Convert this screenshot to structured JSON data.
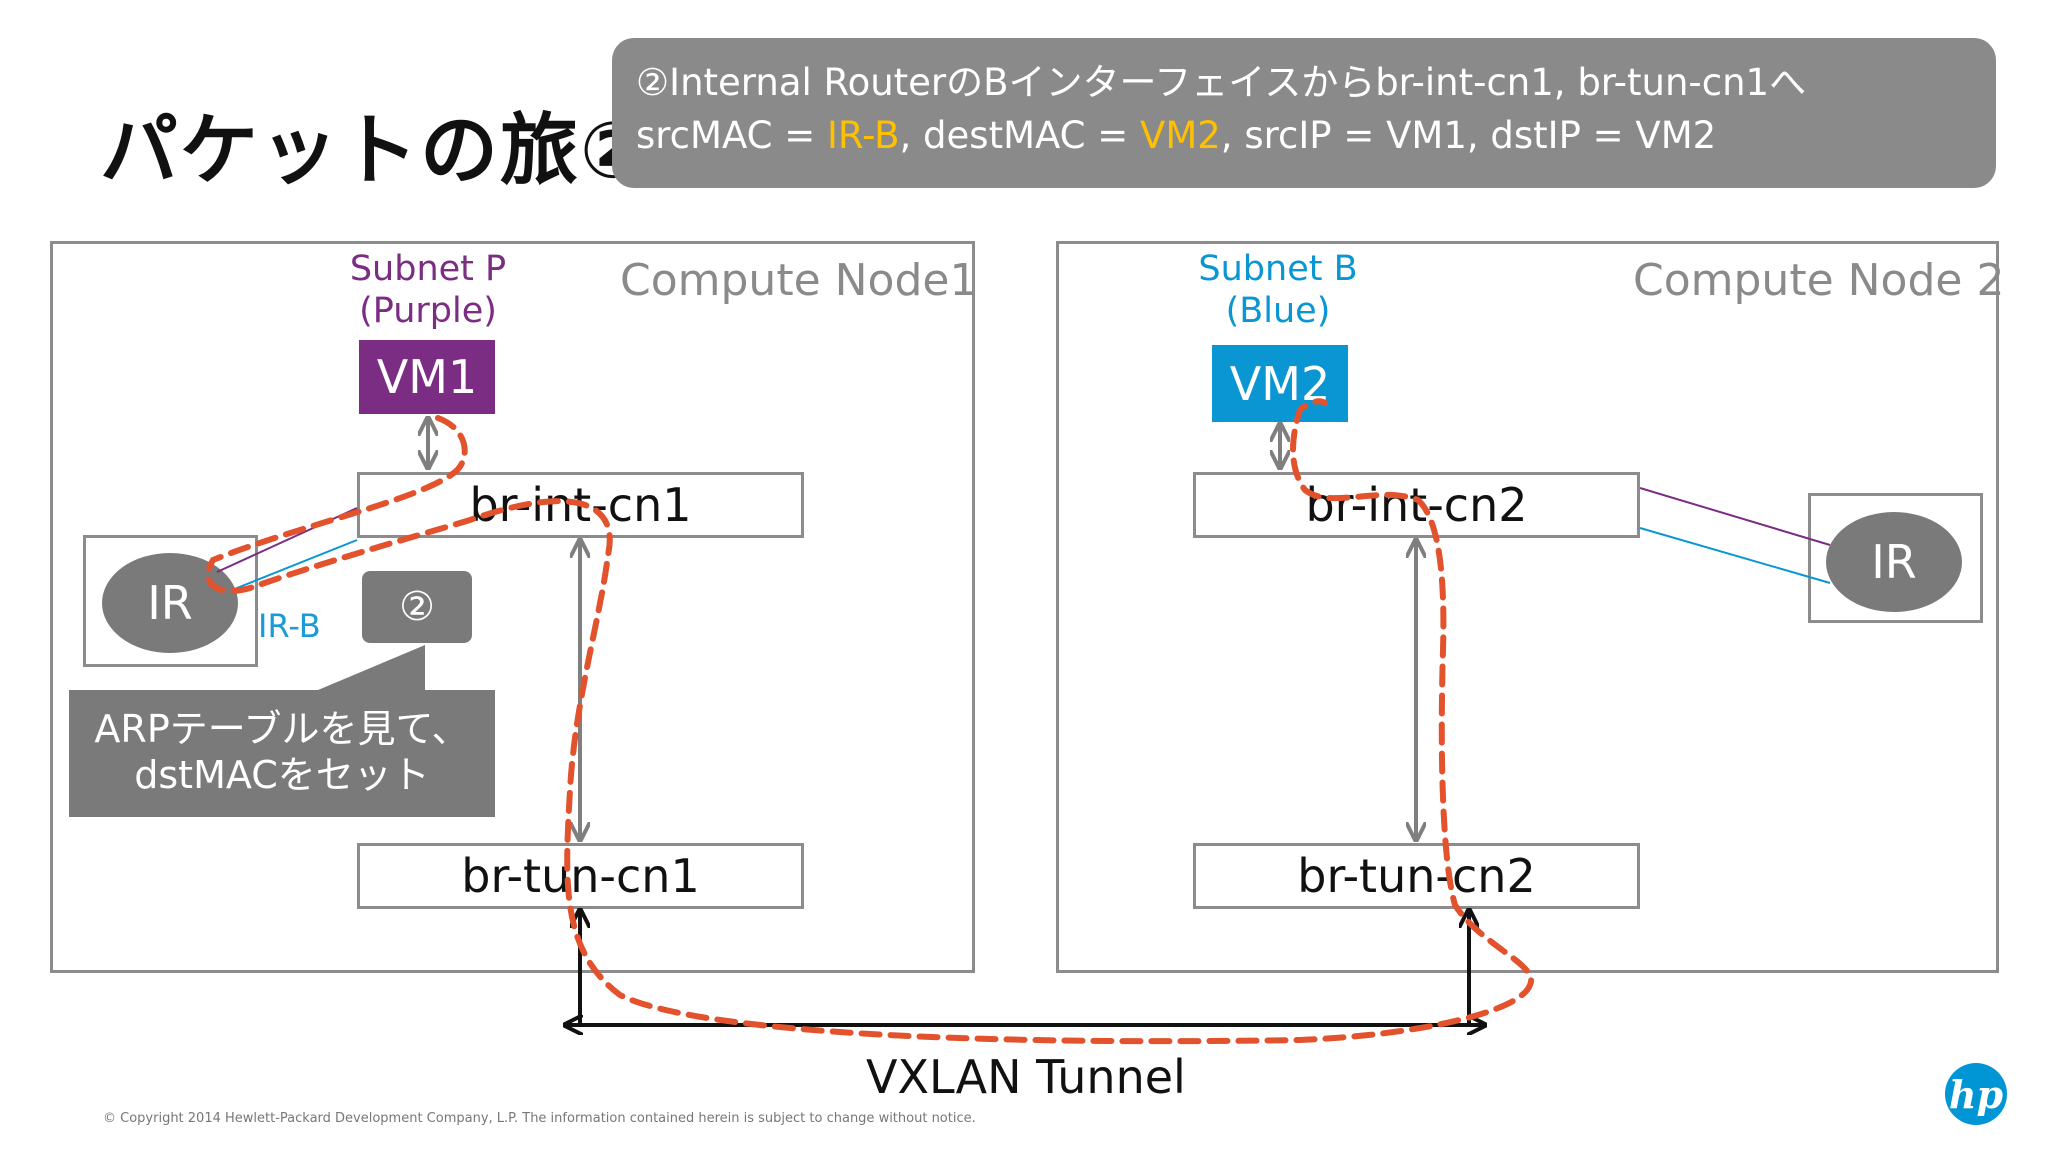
{
  "slide": {
    "title": "パケットの旅②",
    "banner": {
      "line1": "②Internal RouterのBインターフェイスからbr-int-cn1, br-tun-cn1へ",
      "line2_prefix": "srcMAC = ",
      "line2_src_mac": "IR-B",
      "line2_mid": ",  destMAC = ",
      "line2_dest_mac": "VM2",
      "line2_suffix": ", srcIP = VM1, dstIP = VM2"
    },
    "node1": {
      "label": "Compute Node1",
      "subnet_line1": "Subnet P",
      "subnet_line2": "(Purple)",
      "vm": "VM1",
      "br_int": "br-int-cn1",
      "br_tun": "br-tun-cn1",
      "ir": "IR",
      "ir_interface": "IR-B",
      "step_badge": "②",
      "callout_line1": "ARPテーブルを見て、",
      "callout_line2": "dstMACをセット"
    },
    "node2": {
      "label": "Compute Node 2",
      "subnet_line1": "Subnet B",
      "subnet_line2": "(Blue)",
      "vm": "VM2",
      "br_int": "br-int-cn2",
      "br_tun": "br-tun-cn2",
      "ir": "IR"
    },
    "tunnel_label": "VXLAN Tunnel",
    "copyright": "© Copyright 2014 Hewlett-Packard Development Company, L.P.  The information contained herein is subject to change without notice.",
    "logo_text": "hp",
    "colors": {
      "purple": "#7b2c83",
      "blue": "#0a96d2",
      "highlight": "#ffc000",
      "packet_path": "#e2522d",
      "banner_bg": "#8a8a8a"
    }
  }
}
